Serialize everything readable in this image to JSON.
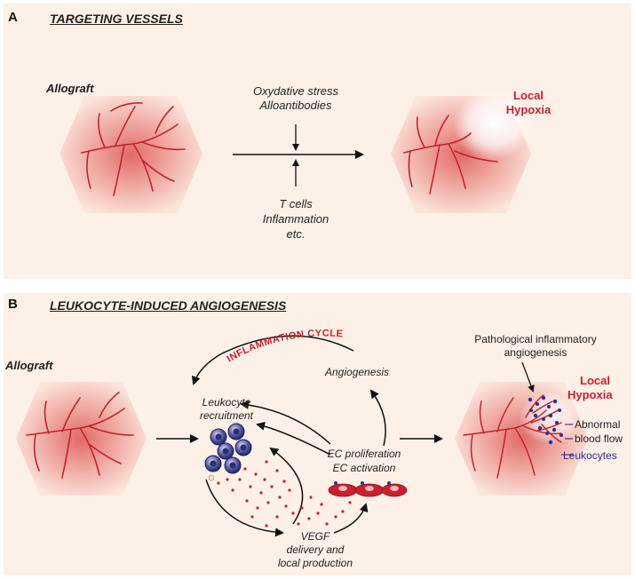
{
  "panel_a": {
    "letter": "A",
    "title": "TARGETING VESSELS",
    "allograft_label": "Allograft",
    "input_above_1": "Oxydative stress",
    "input_above_2": "Alloantibodies",
    "input_below_1": "T cells",
    "input_below_2": "Inflammation",
    "input_below_3": "etc.",
    "hypoxia_1": "Local",
    "hypoxia_2": "Hypoxia"
  },
  "panel_b": {
    "letter": "B",
    "title": "LEUKOCYTE-INDUCED ANGIOGENESIS",
    "allograft_label": "Allograft",
    "cycle_label": "INFLAMMATION CYCLE",
    "angiogenesis": "Angiogenesis",
    "leukocyte_recruitment_1": "Leukocyte",
    "leukocyte_recruitment_2": "recruitment",
    "ec_proliferation": "EC proliferation",
    "ec_activation": "EC activation",
    "vegf_1": "VEGF",
    "vegf_2": "delivery and",
    "vegf_3": "local production",
    "pathological_1": "Pathological inflammatory",
    "pathological_2": "angiogenesis",
    "hypoxia_1": "Local",
    "hypoxia_2": "Hypoxia",
    "abnormal_1": "Abnormal",
    "abnormal_2": "blood flow",
    "leukocytes": "Leukocytes"
  },
  "colors": {
    "background": "#fdf0e6",
    "vessel_red": "#c8202f",
    "leukocyte_blue": "#2b2f9a",
    "arrow": "#111111"
  }
}
